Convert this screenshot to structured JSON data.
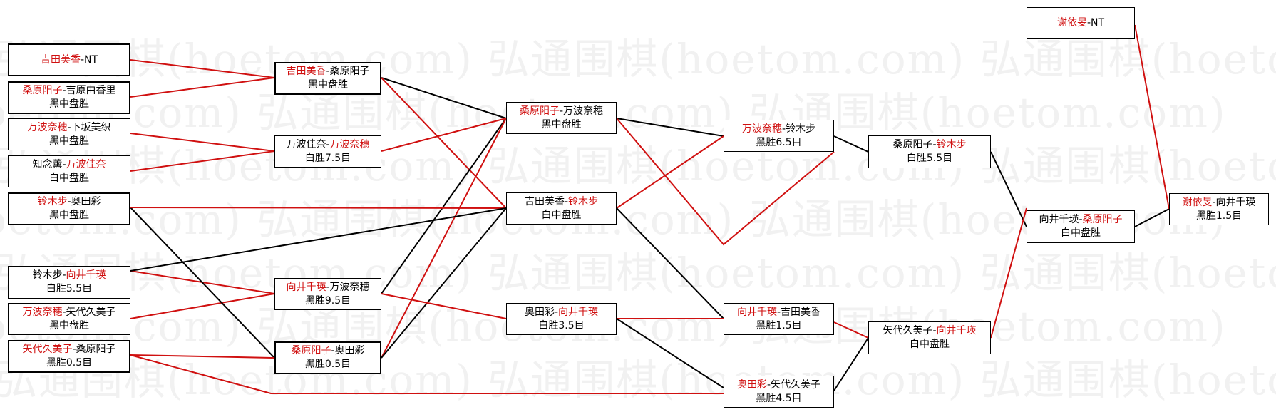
{
  "watermark": "弘通围棋(hoetom.com)",
  "colors": {
    "winner": "#d01010",
    "black_link": "#000000",
    "red_link": "#d01010"
  },
  "matches": {
    "r1_1": {
      "p1": "吉田美香",
      "sep": "-",
      "p2": "NT",
      "result": "",
      "winner": 1
    },
    "r1_2": {
      "p1": "桑原阳子",
      "sep": "-",
      "p2": "吉原由香里",
      "result": "黑中盘胜",
      "winner": 1
    },
    "r1_3": {
      "p1": "万波奈穗",
      "sep": "-",
      "p2": "下坂美织",
      "result": "黑中盘胜",
      "winner": 1
    },
    "r1_4": {
      "p1": "知念薰",
      "sep": "-",
      "p2": "万波佳奈",
      "result": "白中盘胜",
      "winner": 2
    },
    "r1_5": {
      "p1": "铃木步",
      "sep": "-",
      "p2": "奥田彩",
      "result": "黑中盘胜",
      "winner": 1
    },
    "r1_6": {
      "p1": "铃木步",
      "sep": "-",
      "p2": "向井千瑛",
      "result": "白胜5.5目",
      "winner": 2
    },
    "r1_7": {
      "p1": "万波奈穗",
      "sep": "-",
      "p2": "矢代久美子",
      "result": "黑中盘胜",
      "winner": 1
    },
    "r1_8": {
      "p1": "矢代久美子",
      "sep": "-",
      "p2": "桑原阳子",
      "result": "黑胜0.5目",
      "winner": 1
    },
    "r2_1": {
      "p1": "吉田美香",
      "sep": "-",
      "p2": "桑原阳子",
      "result": "黑中盘胜",
      "winner": 1
    },
    "r2_2": {
      "p1": "万波佳奈",
      "sep": "-",
      "p2": "万波奈穗",
      "result": "白胜7.5目",
      "winner": 2
    },
    "r2_3": {
      "p1": "向井千瑛",
      "sep": "-",
      "p2": "万波奈穗",
      "result": "黑胜9.5目",
      "winner": 1
    },
    "r2_4": {
      "p1": "桑原阳子",
      "sep": "-",
      "p2": "奥田彩",
      "result": "黑胜0.5目",
      "winner": 1
    },
    "r3_1": {
      "p1": "桑原阳子",
      "sep": "-",
      "p2": "万波奈穗",
      "result": "黑中盘胜",
      "winner": 1
    },
    "r3_2": {
      "p1": "吉田美香",
      "sep": "-",
      "p2": "铃木步",
      "result": "白中盘胜",
      "winner": 2
    },
    "r3_3": {
      "p1": "奥田彩",
      "sep": "-",
      "p2": "向井千瑛",
      "result": "白胜3.5目",
      "winner": 2
    },
    "r4_1": {
      "p1": "万波奈穗",
      "sep": "-",
      "p2": "铃木步",
      "result": "黑胜6.5目",
      "winner": 1
    },
    "r4_2": {
      "p1": "向井千瑛",
      "sep": "-",
      "p2": "吉田美香",
      "result": "黑胜1.5目",
      "winner": 1
    },
    "r4_3": {
      "p1": "奥田彩",
      "sep": "-",
      "p2": "矢代久美子",
      "result": "黑胜4.5目",
      "winner": 1
    },
    "r5_1": {
      "p1": "桑原阳子",
      "sep": "-",
      "p2": "铃木步",
      "result": "白胜5.5目",
      "winner": 2
    },
    "r5_2": {
      "p1": "矢代久美子",
      "sep": "-",
      "p2": "向井千瑛",
      "result": "白中盘胜",
      "winner": 2
    },
    "r6_1": {
      "p1": "向井千瑛",
      "sep": "-",
      "p2": "桑原阳子",
      "result": "白中盘胜",
      "winner": 2
    },
    "r7_1": {
      "p1": "谢依旻",
      "sep": "-",
      "p2": "NT",
      "result": "",
      "winner": 1
    },
    "final": {
      "p1": "谢依旻",
      "sep": "-",
      "p2": "向井千瑛",
      "result": "黑胜1.5目",
      "winner": 1
    }
  }
}
